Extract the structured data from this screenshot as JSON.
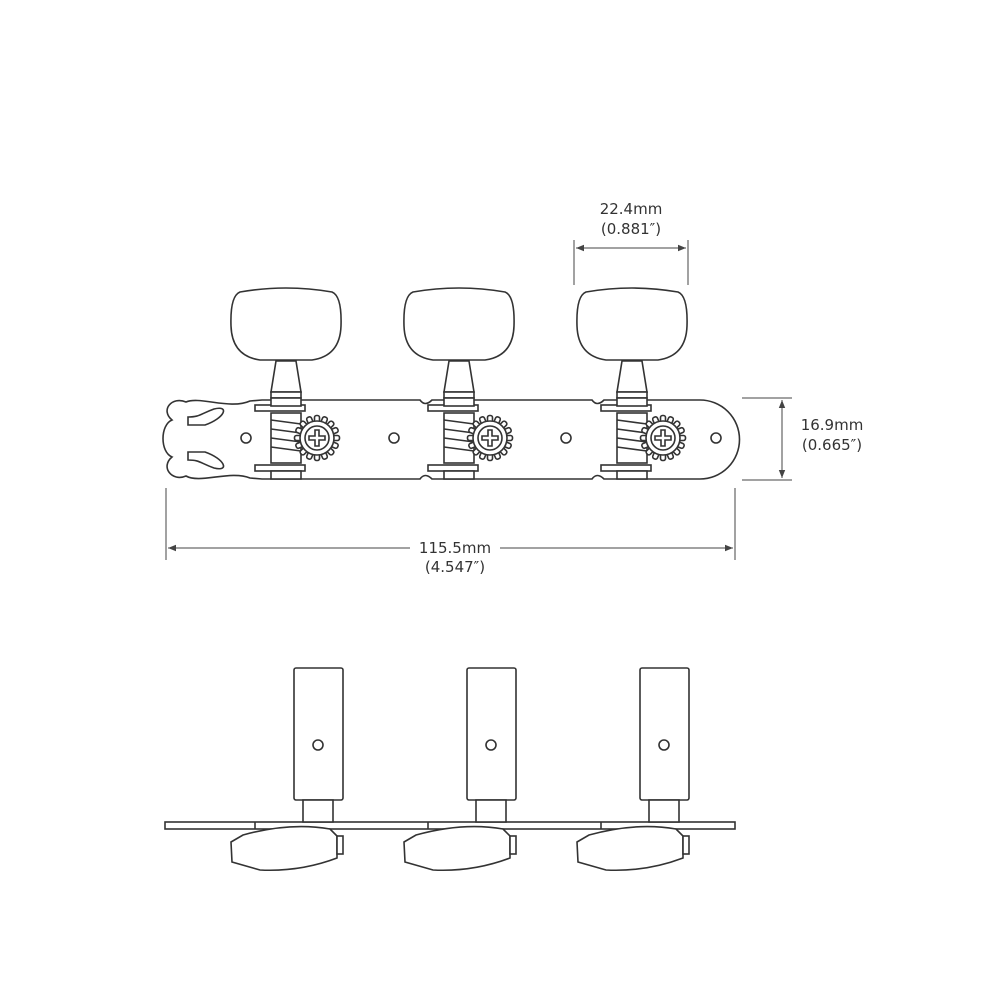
{
  "dimensions": {
    "post_spacing": {
      "metric": "22.4mm",
      "imperial": "(0.881″)"
    },
    "plate_width": {
      "metric": "16.9mm",
      "imperial": "(0.665″)"
    },
    "overall_length": {
      "metric": "115.5mm",
      "imperial": "(4.547″)"
    }
  },
  "tuner_count": 3,
  "colors": {
    "line": "#333333",
    "background": "#ffffff"
  }
}
